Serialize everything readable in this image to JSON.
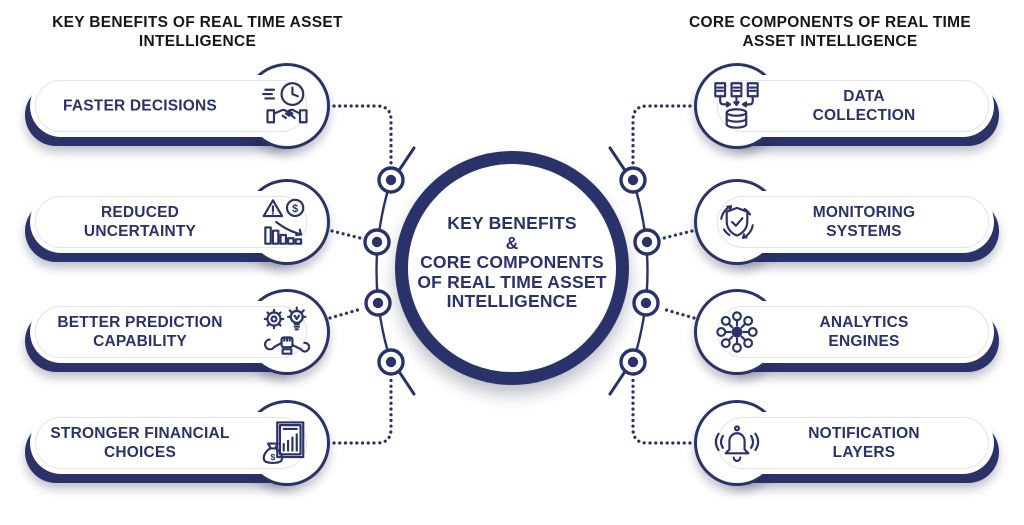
{
  "colors": {
    "navy": "#293269",
    "ink": "#161616",
    "pill_line": "#e3e3e8"
  },
  "headers": {
    "left": "KEY BENEFITS OF REAL TIME ASSET\nINTELLIGENCE",
    "right": "CORE COMPONENTS OF REAL TIME\nASSET INTELLIGENCE"
  },
  "center": {
    "label": "KEY BENEFITS\n&\nCORE COMPONENTS\nOF REAL TIME ASSET\nINTELLIGENCE"
  },
  "benefits": [
    {
      "label": "FASTER DECISIONS",
      "icon": "handshake-clock-icon"
    },
    {
      "label": "REDUCED\nUNCERTAINTY",
      "icon": "risk-chart-icon"
    },
    {
      "label": "BETTER PREDICTION\nCAPABILITY",
      "icon": "gear-bulb-hand-icon"
    },
    {
      "label": "STRONGER FINANCIAL\nCHOICES",
      "icon": "report-moneybag-icon"
    }
  ],
  "components": [
    {
      "label": "DATA\nCOLLECTION",
      "icon": "data-collection-icon"
    },
    {
      "label": "MONITORING\nSYSTEMS",
      "icon": "shield-sync-icon"
    },
    {
      "label": "ANALYTICS\nENGINES",
      "icon": "network-hub-icon"
    },
    {
      "label": "NOTIFICATION\nLAYERS",
      "icon": "notification-bell-icon"
    }
  ],
  "icon_symbols": {
    "coin": "$",
    "moneybag": "$"
  }
}
